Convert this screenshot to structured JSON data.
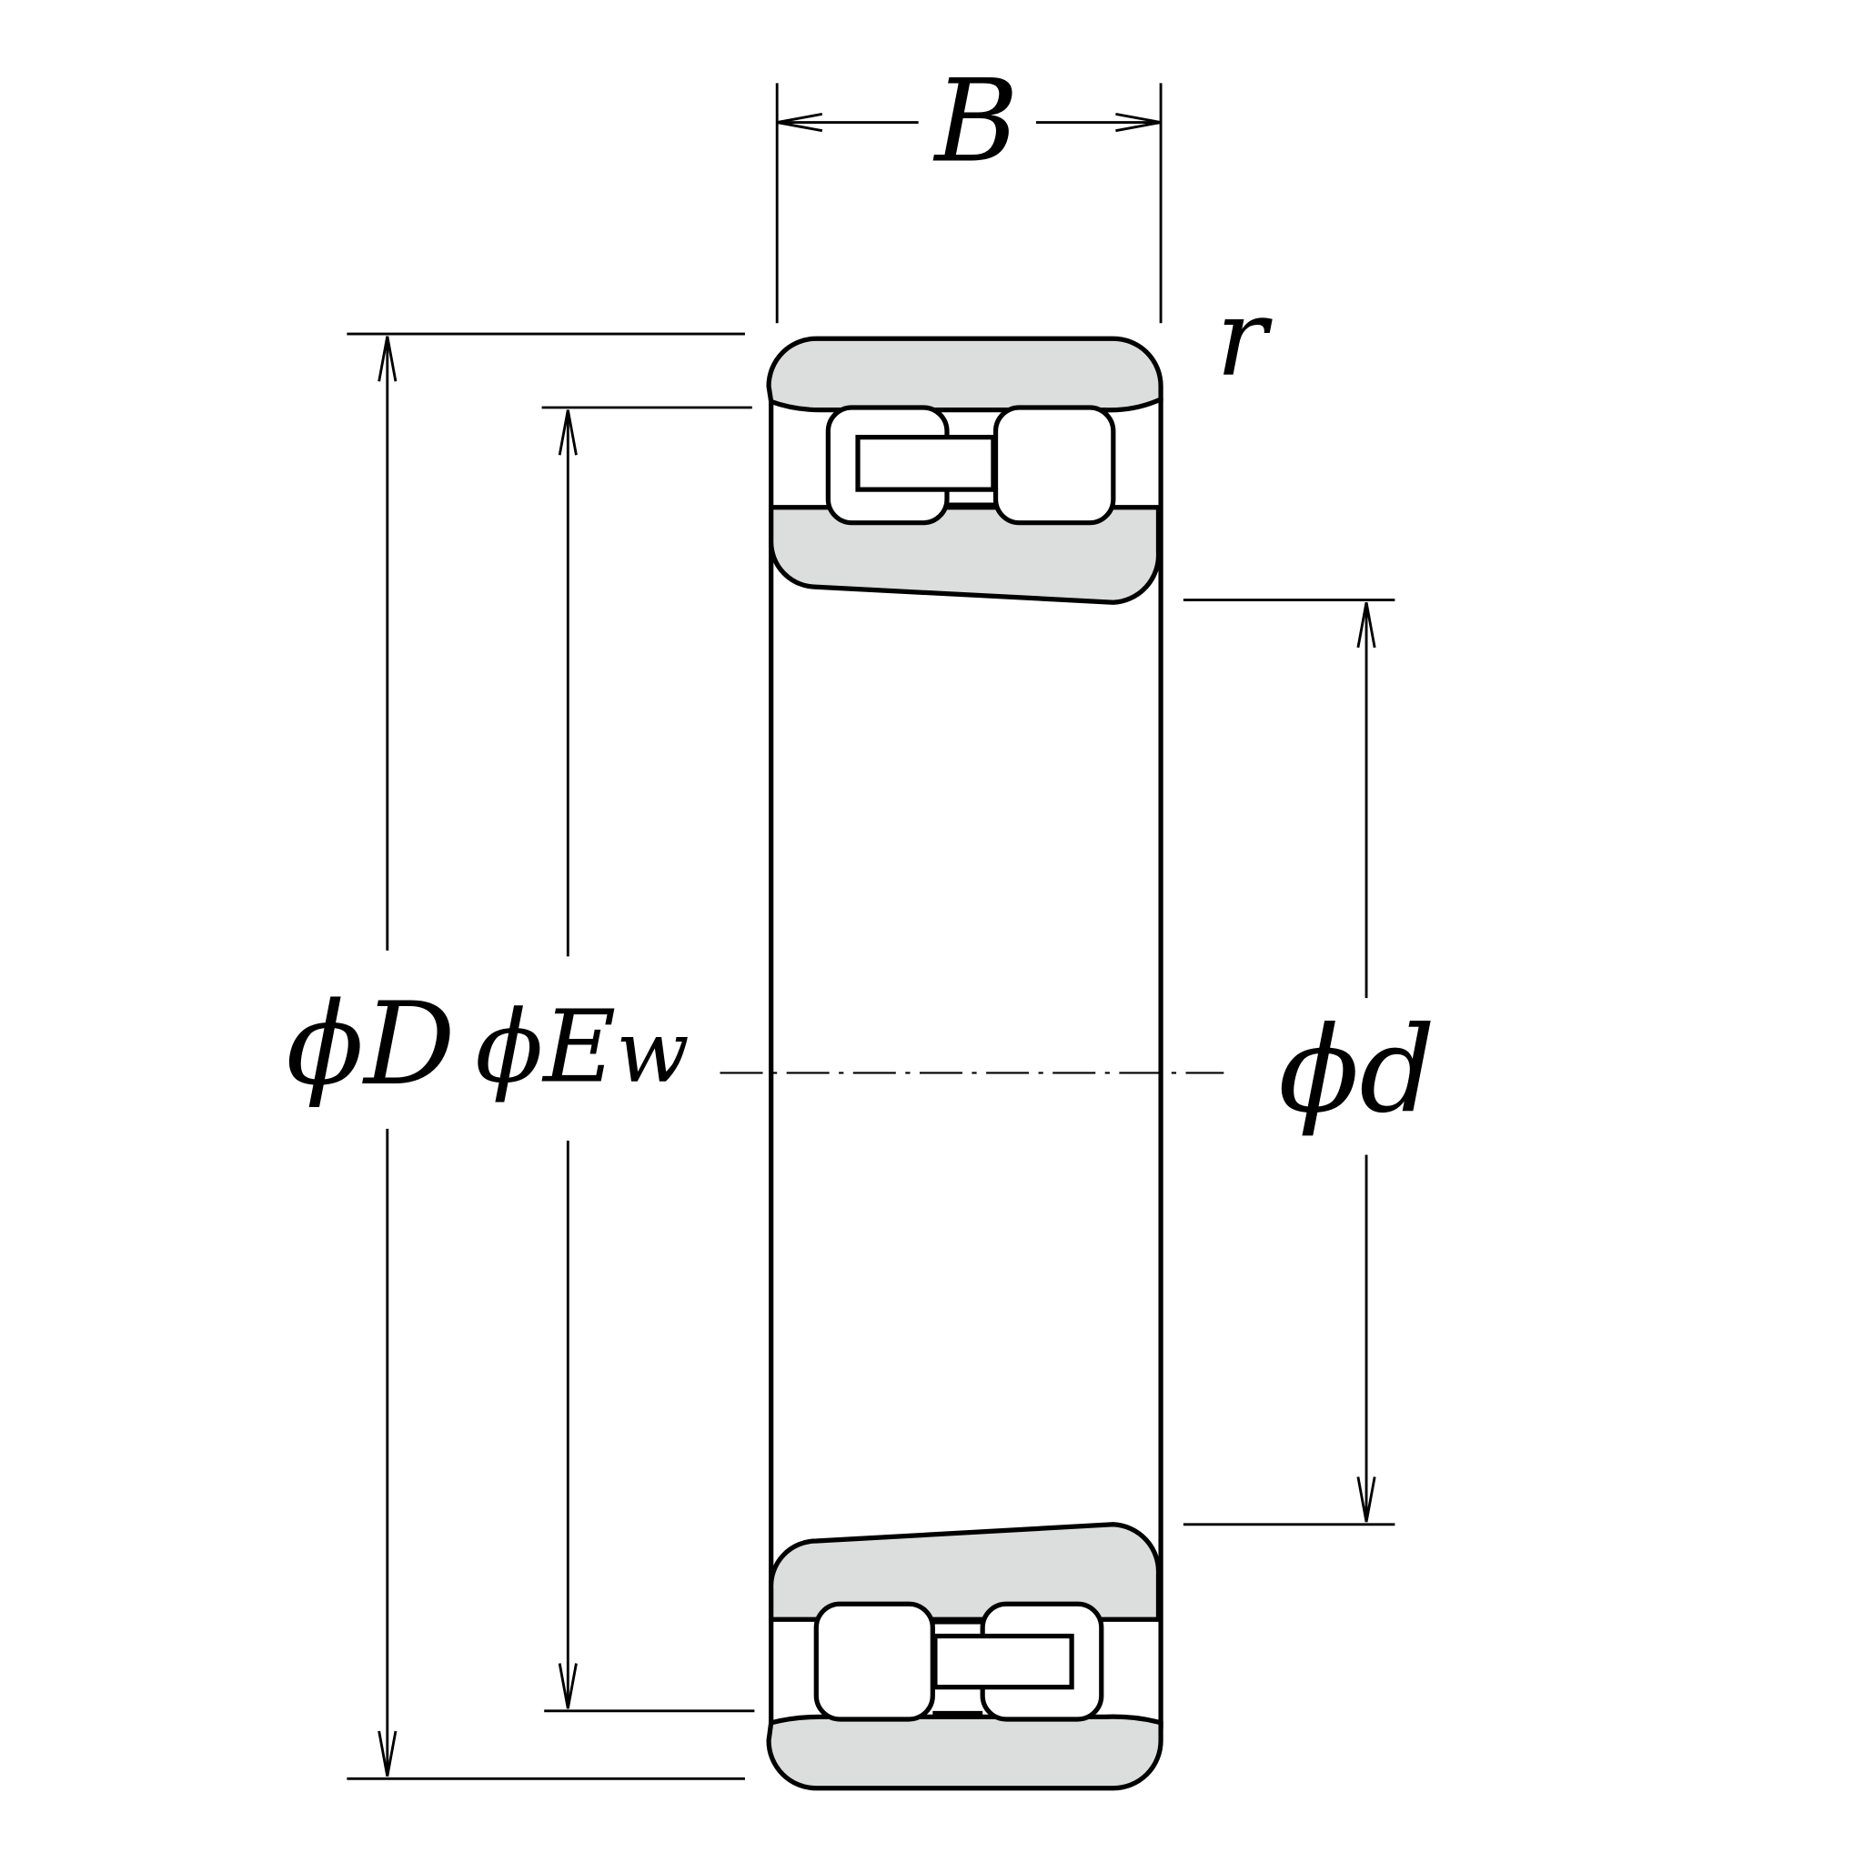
{
  "diagram": {
    "title_hidden": null,
    "labels": {
      "width": "B",
      "chamfer": "r",
      "phi": "ϕ",
      "outer_diameter": "D",
      "roller_set_diameter": "E",
      "roller_set_subscript": "w",
      "bore_diameter": "d"
    },
    "colors": {
      "ring_fill": "#dcdedd",
      "stroke": "#000000"
    }
  }
}
